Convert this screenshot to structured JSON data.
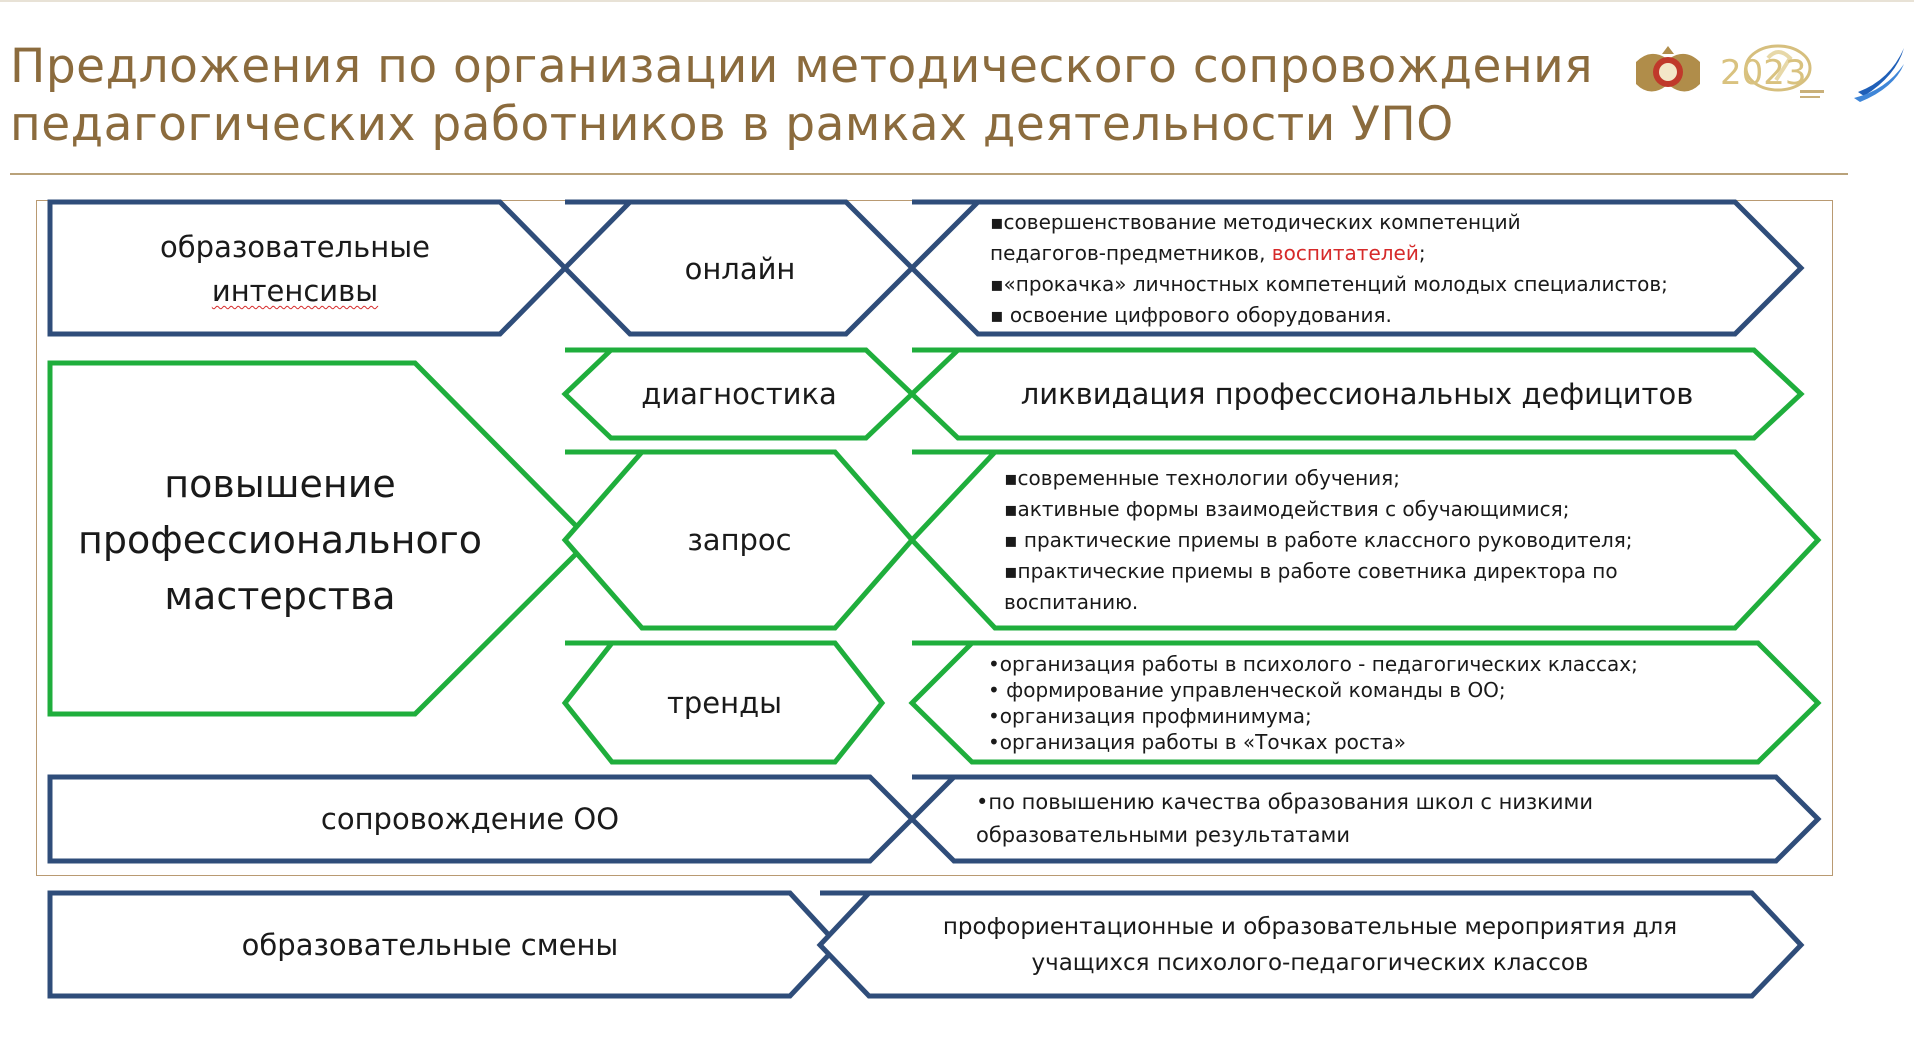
{
  "title_lines": [
    "Предложения по организации методического сопровождения",
    "педагогических работников в рамках деятельности УПО"
  ],
  "logos": {
    "emblem_icon": "eagle-emblem-icon",
    "year_logo_text": "2023",
    "wing_icon": "blue-wing-logo-icon"
  },
  "colors": {
    "title": "#8b6b3d",
    "blue_stroke": "#2f4d7a",
    "green_stroke": "#1fae3c",
    "accent": "#d62a2a",
    "frame": "#b99a72"
  },
  "rows": {
    "intensives": {
      "label_lines": [
        "образовательные",
        "интенсивы"
      ],
      "mode": "онлайн",
      "items": {
        "item1_line1": "▪совершенствование методических компетенций",
        "item1_line2_part1": "педагогов-предметников, ",
        "item1_line2_accent": "воспитателей",
        "item1_line2_part2": ";",
        "item2": "▪«прокачка» личностных компетенций молодых  специалистов;",
        "item3": "▪ освоение цифрового оборудования."
      }
    },
    "mastery": {
      "label_lines": [
        "повышение",
        "профессионального",
        "мастерства"
      ],
      "diagnostics": {
        "label": "диагностика",
        "result": "ликвидация профессиональных дефицитов"
      },
      "request": {
        "label": "запрос",
        "items": [
          "▪современные технологии обучения;",
          "▪активные формы  взаимодействия с обучающимися;",
          "▪ практические  приемы  в работе классного руководителя;",
          "▪практические  приемы  в работе советника директора  по",
          " воспитанию."
        ]
      },
      "trends": {
        "label": "тренды",
        "items": [
          "•организация работы в психолого - педагогических классах;",
          "• формирование управленческой  команды в ОО;",
          "•организация профминимума;",
          "•организация работы в «Точках роста»"
        ]
      }
    },
    "support": {
      "label": "сопровождение ОО",
      "items": [
        "•по повышению качества образования школ с низкими",
        "образовательными результатами"
      ]
    },
    "shifts": {
      "label": "образовательные смены",
      "result_lines": [
        "профориентационные и образовательные мероприятия для",
        "учащихся психолого-педагогических классов"
      ]
    }
  }
}
